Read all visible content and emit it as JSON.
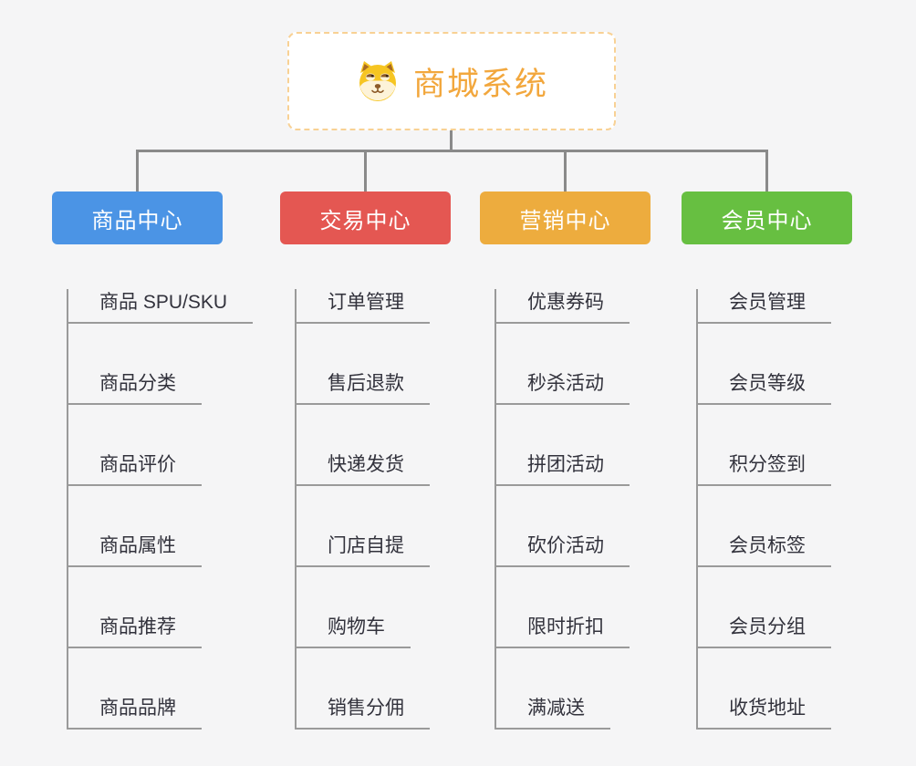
{
  "root": {
    "title": "商城系统",
    "icon": "shiba-dog-icon",
    "text_color": "#f2a73d",
    "border_color": "#f8d194",
    "background": "#ffffff"
  },
  "branches": [
    {
      "label": "商品中心",
      "color": "#4b94e5",
      "children": [
        "商品 SPU/SKU",
        "商品分类",
        "商品评价",
        "商品属性",
        "商品推荐",
        "商品品牌"
      ]
    },
    {
      "label": "交易中心",
      "color": "#e45752",
      "children": [
        "订单管理",
        "售后退款",
        "快递发货",
        "门店自提",
        "购物车",
        "销售分佣"
      ]
    },
    {
      "label": "营销中心",
      "color": "#edac3e",
      "children": [
        "优惠券码",
        "秒杀活动",
        "拼团活动",
        "砍价活动",
        "限时折扣",
        "满减送"
      ]
    },
    {
      "label": "会员中心",
      "color": "#67bf41",
      "children": [
        "会员管理",
        "会员等级",
        "积分签到",
        "会员标签",
        "会员分组",
        "收货地址"
      ]
    }
  ],
  "colors": {
    "background": "#f5f5f6",
    "connector": "#8a8a8a",
    "leaf_line": "#9a9a9a",
    "leaf_text": "#32323c"
  }
}
